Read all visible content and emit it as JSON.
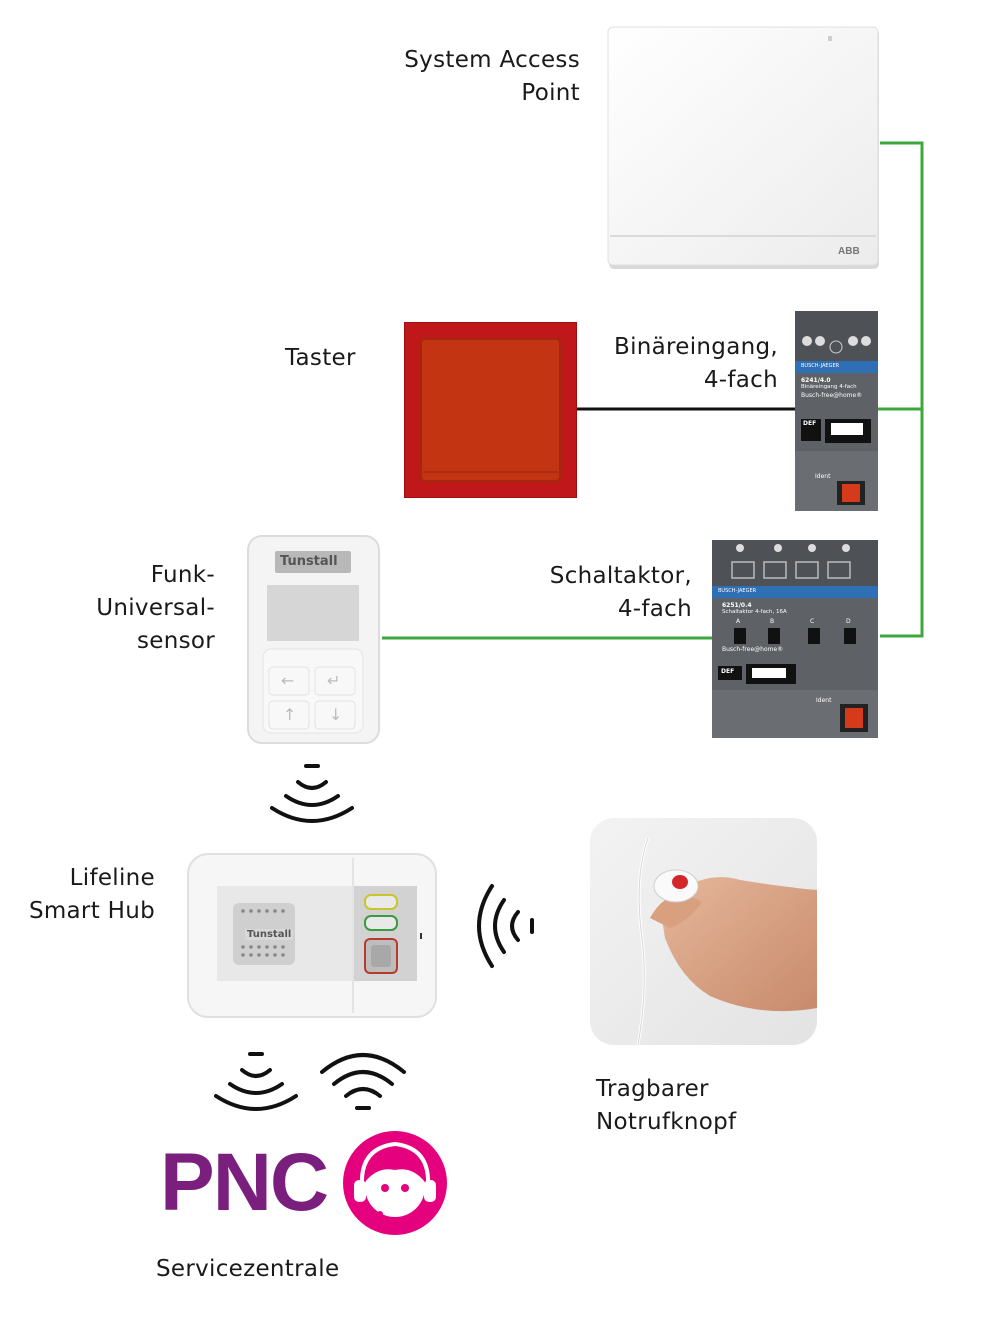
{
  "labels": {
    "access_point": [
      "System Access",
      "Point"
    ],
    "taster": "Taster",
    "binary_input": [
      "Binäreingang,",
      "4-fach"
    ],
    "funk_sensor": [
      "Funk-",
      "Universal-",
      "sensor"
    ],
    "switch_actuator": [
      "Schaltaktor,",
      "4-fach"
    ],
    "smart_hub": [
      "Lifeline",
      "Smart Hub"
    ],
    "panic_button": [
      "Tragbarer",
      "Notrufknopf"
    ],
    "service_center": "Servicezentrale"
  },
  "device_text": {
    "abb_logo": "ABB",
    "tunstall_brand": "Tunstall",
    "pnc_logo": "PNC",
    "busch_jaeger": "BUSCH-JAEGER",
    "busch_free_home": "Busch-free@home®",
    "binary_model": "6241/4.0",
    "binary_desc": "Binäreingang 4-fach",
    "actuator_model": "6251/0.4",
    "actuator_desc": "Schaltaktor 4-fach, 16A",
    "ident": "Ident",
    "def": "DEF",
    "channels": [
      "A",
      "B",
      "C",
      "D"
    ],
    "sensor_arrows": [
      "←",
      "↵",
      "↑",
      "↓"
    ]
  },
  "colors": {
    "bus_line": "#3ea83e",
    "wire_line": "#111111",
    "pnc_purple": "#7a1f7e",
    "pnc_pink": "#e5007e",
    "taster_red": "#c0171b",
    "device_grey": "#5e6166"
  }
}
